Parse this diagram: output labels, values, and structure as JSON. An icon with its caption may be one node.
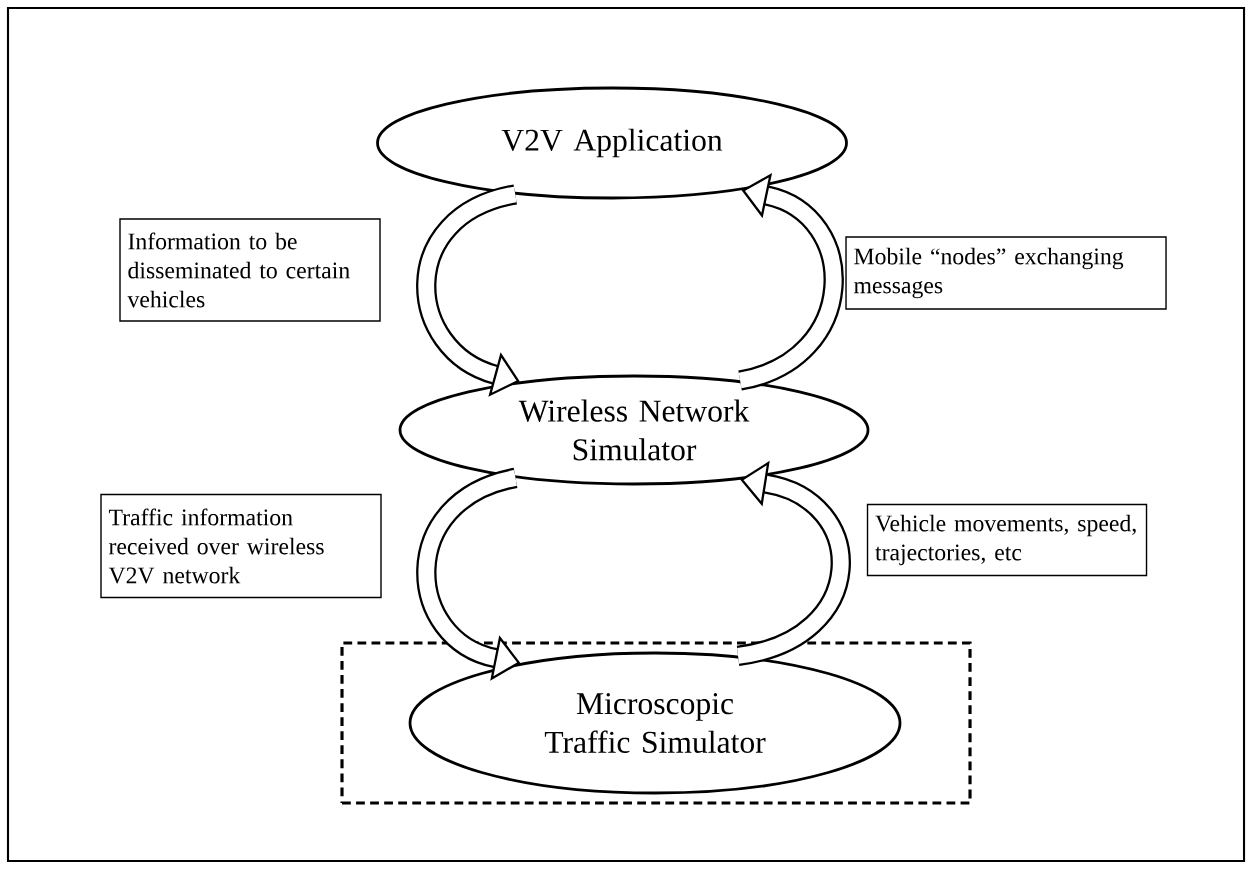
{
  "diagram": {
    "nodes": [
      {
        "text": [
          "V2V Application"
        ]
      },
      {
        "text": [
          "Information to be disseminated to certain vehicles"
        ]
      },
      {
        "text": [
          "Mobile “nodes” exchanging messages"
        ]
      },
      {
        "text": [
          "Wireless Network Simulator"
        ]
      },
      {
        "text": [
          "Traffic information received over wireless V2V network"
        ]
      },
      {
        "text": [
          "Vehicle movements, speed, trajectories, etc"
        ]
      },
      {
        "text": [],
        "shape": "box"
      },
      {
        "text": [
          "Microscopic Traffic Simulator"
        ],
        "in": 6
      }
    ],
    "edges": [
      {
        "from": 0,
        "to": 3,
        "arrow": "to"
      },
      {
        "from": 3,
        "to": 0,
        "arrow": "to"
      },
      {
        "from": 3,
        "to": 7,
        "arrow": "to"
      },
      {
        "from": 7,
        "to": 3,
        "arrow": "to"
      }
    ]
  }
}
